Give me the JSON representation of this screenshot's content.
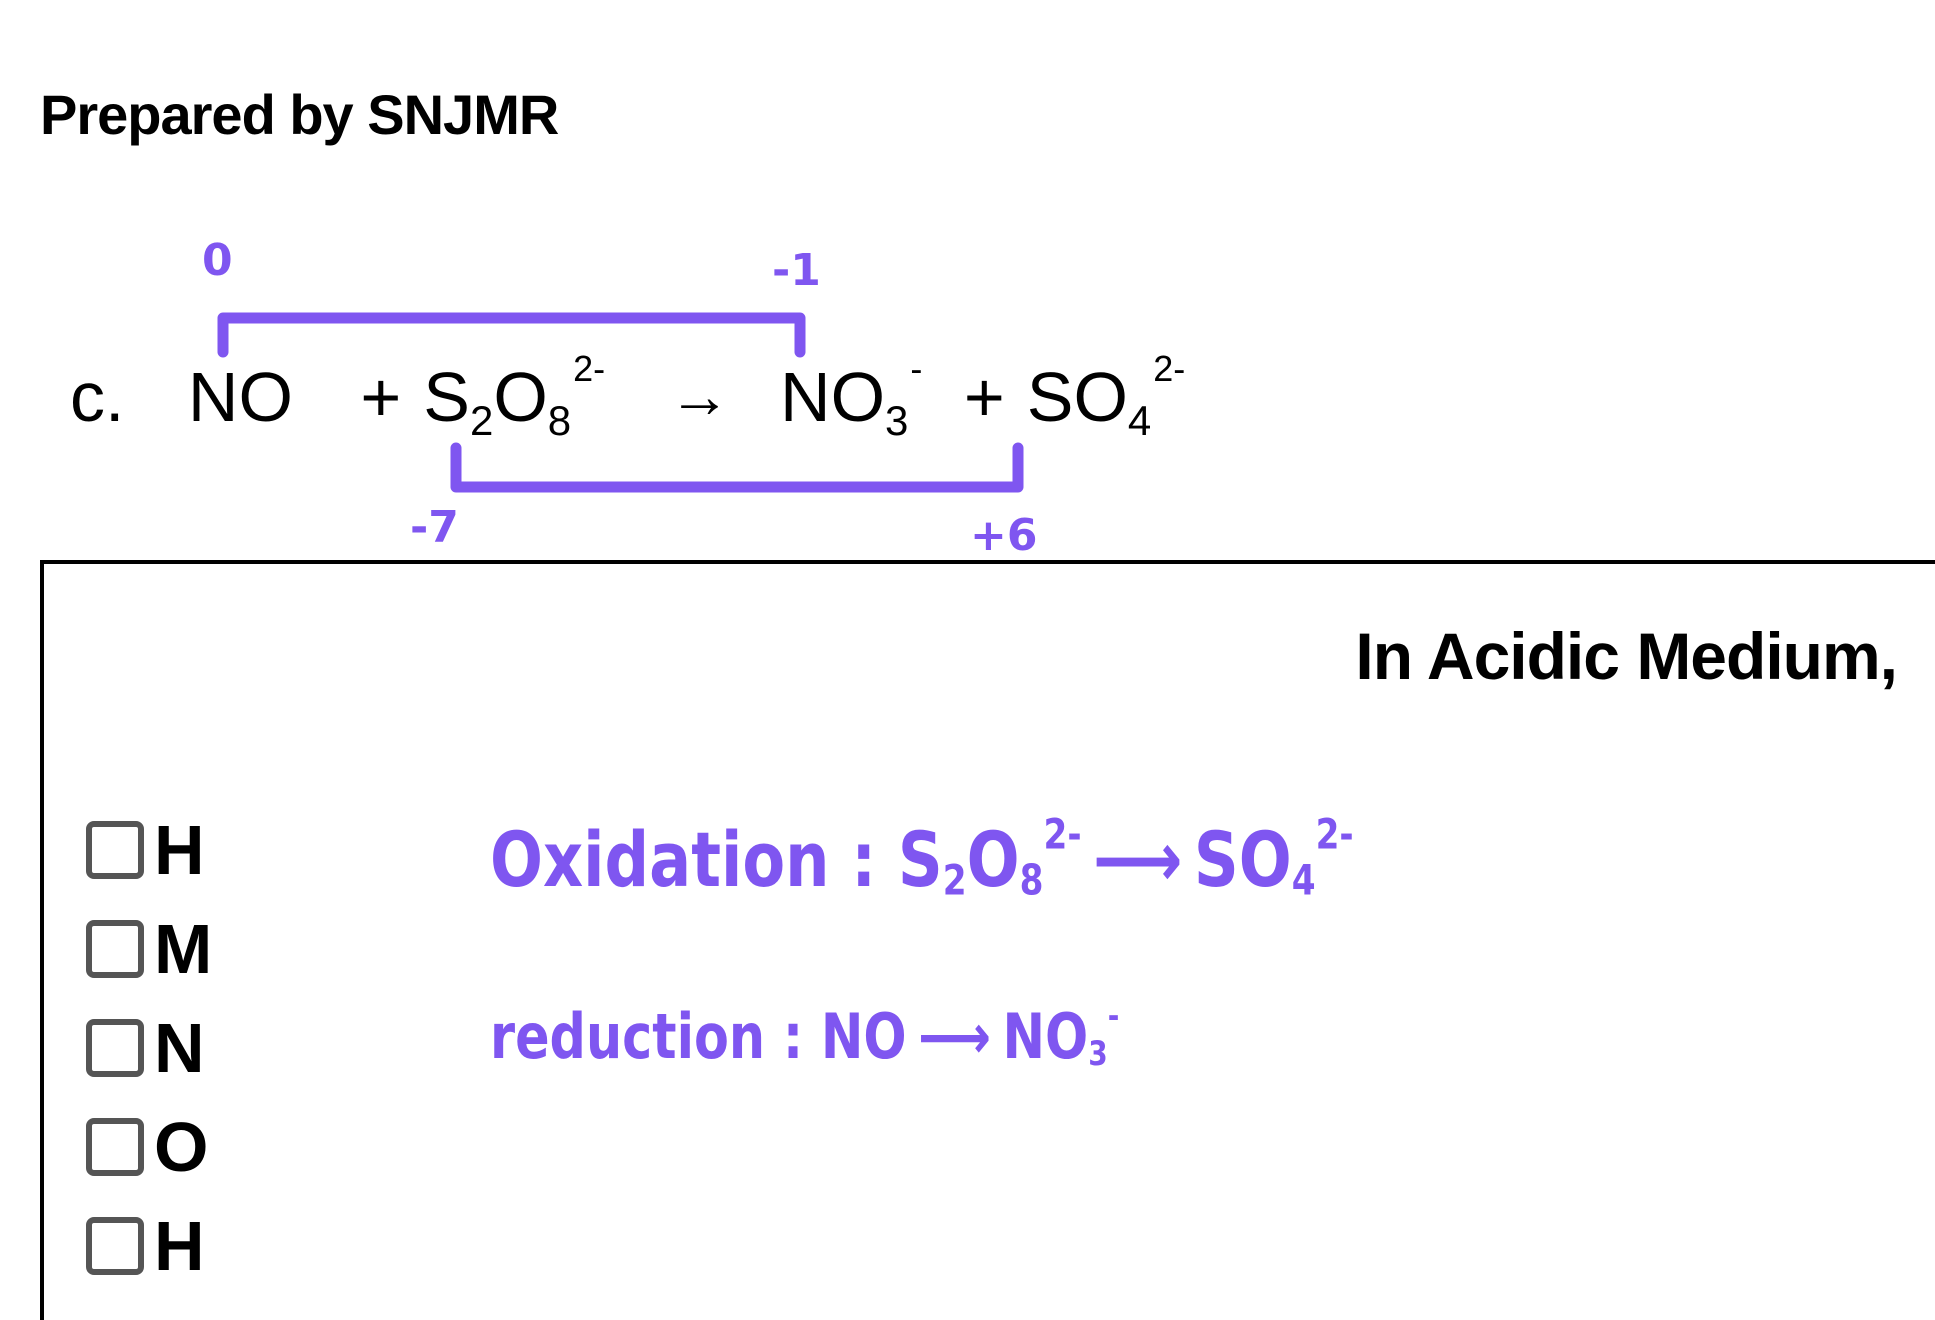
{
  "header": {
    "title": "Prepared by SNJMR"
  },
  "equation": {
    "label": "c.",
    "reactant1": "NO",
    "plus1": "+",
    "reactant2_a": "S",
    "reactant2_a_sub": "2",
    "reactant2_b": "O",
    "reactant2_b_sub": "8",
    "reactant2_charge": "2-",
    "arrow": "→",
    "product1": "NO",
    "product1_sub": "3",
    "product1_charge": "-",
    "plus2": "+",
    "product2": "SO",
    "product2_sub": "4",
    "product2_charge": "2-"
  },
  "annotations": {
    "ox_no": "0",
    "ox_no3": "-1",
    "ox_s2o8": "-7",
    "ox_so4": "+6",
    "bracket_color": "#7f56f0"
  },
  "panel": {
    "medium_label": "In Acidic Medium,"
  },
  "checklist": [
    "H",
    "M",
    "N",
    "O",
    "H"
  ],
  "handwriting": {
    "ink_color": "#7f56f0",
    "oxidation": {
      "label": "Oxidation",
      "sep": ":",
      "lhs": "S",
      "lhs_sub1": "2",
      "lhs_mid": "O",
      "lhs_sub2": "8",
      "lhs_charge": "2-",
      "arrow": "⟶",
      "rhs": "SO",
      "rhs_sub": "4",
      "rhs_charge": "2-"
    },
    "reduction": {
      "label": "reduction",
      "sep": ":",
      "lhs": "NO",
      "arrow": "⟶",
      "rhs": "NO",
      "rhs_sub": "3",
      "rhs_charge": "-"
    }
  }
}
